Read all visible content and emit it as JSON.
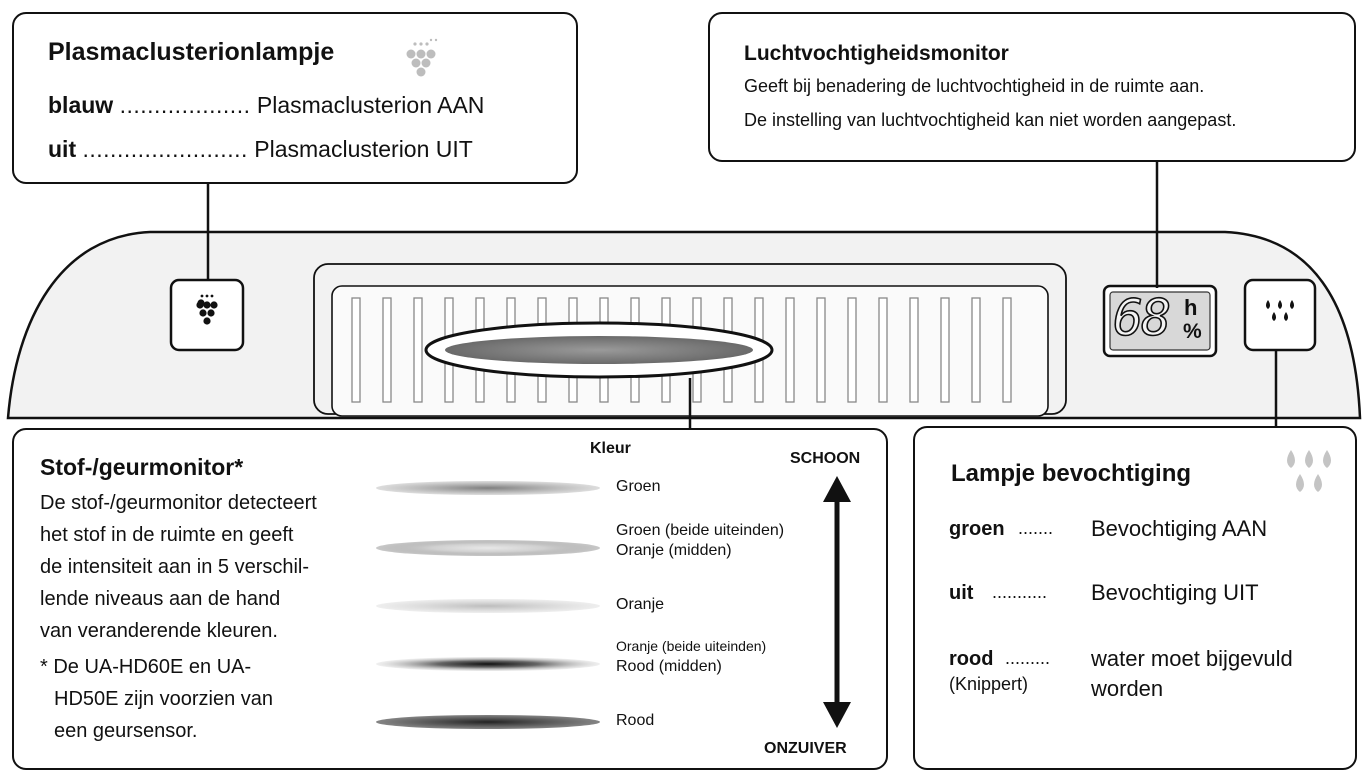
{
  "plasma": {
    "title": "Plasmaclusterionlampje",
    "row1_key": "blauw",
    "row1_dots": "...................",
    "row1_value": "Plasmacluster­ion AAN",
    "row2_key": "uit",
    "row2_dots": "........................",
    "row2_value": "Plasmacluster­ion UIT"
  },
  "humidity_monitor": {
    "title": "Luchtvochtigheidsmonitor",
    "line1": "Geeft bij benadering de luchtvochtigheid in de ruimte aan.",
    "line2": "De instelling van luchtvochtigheid kan niet worden aangepast."
  },
  "device": {
    "display_value": "68",
    "display_unit_top": "h",
    "display_unit_bottom": "%"
  },
  "dust_monitor": {
    "title": "Stof-/geurmonitor*",
    "description": [
      "De stof-/geurmonitor detecteert",
      "het stof in de ruimte en geeft",
      "de intensiteit aan in 5 verschil-",
      "lende niveaus aan de hand",
      "van veranderende kleuren."
    ],
    "note": [
      "* De UA-HD60E en UA-",
      "HD50E zijn voorzien van",
      "een geursensor."
    ],
    "color_header": "Kleur",
    "top_label": "SCHOON",
    "bottom_label": "ONZUIVER",
    "levels": [
      {
        "line1": "Groen",
        "line2": ""
      },
      {
        "line1": "Groen (beide uiteinden)",
        "line2": "Oranje (midden)"
      },
      {
        "line1": "Oranje",
        "line2": ""
      },
      {
        "line1": "Oranje (beide uiteinden)",
        "line2": "Rood (midden)"
      },
      {
        "line1": "Rood",
        "line2": ""
      }
    ]
  },
  "humidify_lamp": {
    "title": "Lampje bevochtiging",
    "rows": [
      {
        "key": "groen",
        "dots": ".......",
        "value1": "Bevochtiging AAN",
        "value2": "",
        "sub": ""
      },
      {
        "key": "uit",
        "dots": "...........",
        "value1": "Bevochtiging UIT",
        "value2": "",
        "sub": ""
      },
      {
        "key": "rood",
        "dots": ".........",
        "value1": "water moet bijgevuld",
        "value2": "worden",
        "sub": "(Knippert)"
      }
    ]
  },
  "colors": {
    "line": "#111111",
    "device_fill": "#f2f2f2",
    "screen": "#d8d8d8"
  }
}
